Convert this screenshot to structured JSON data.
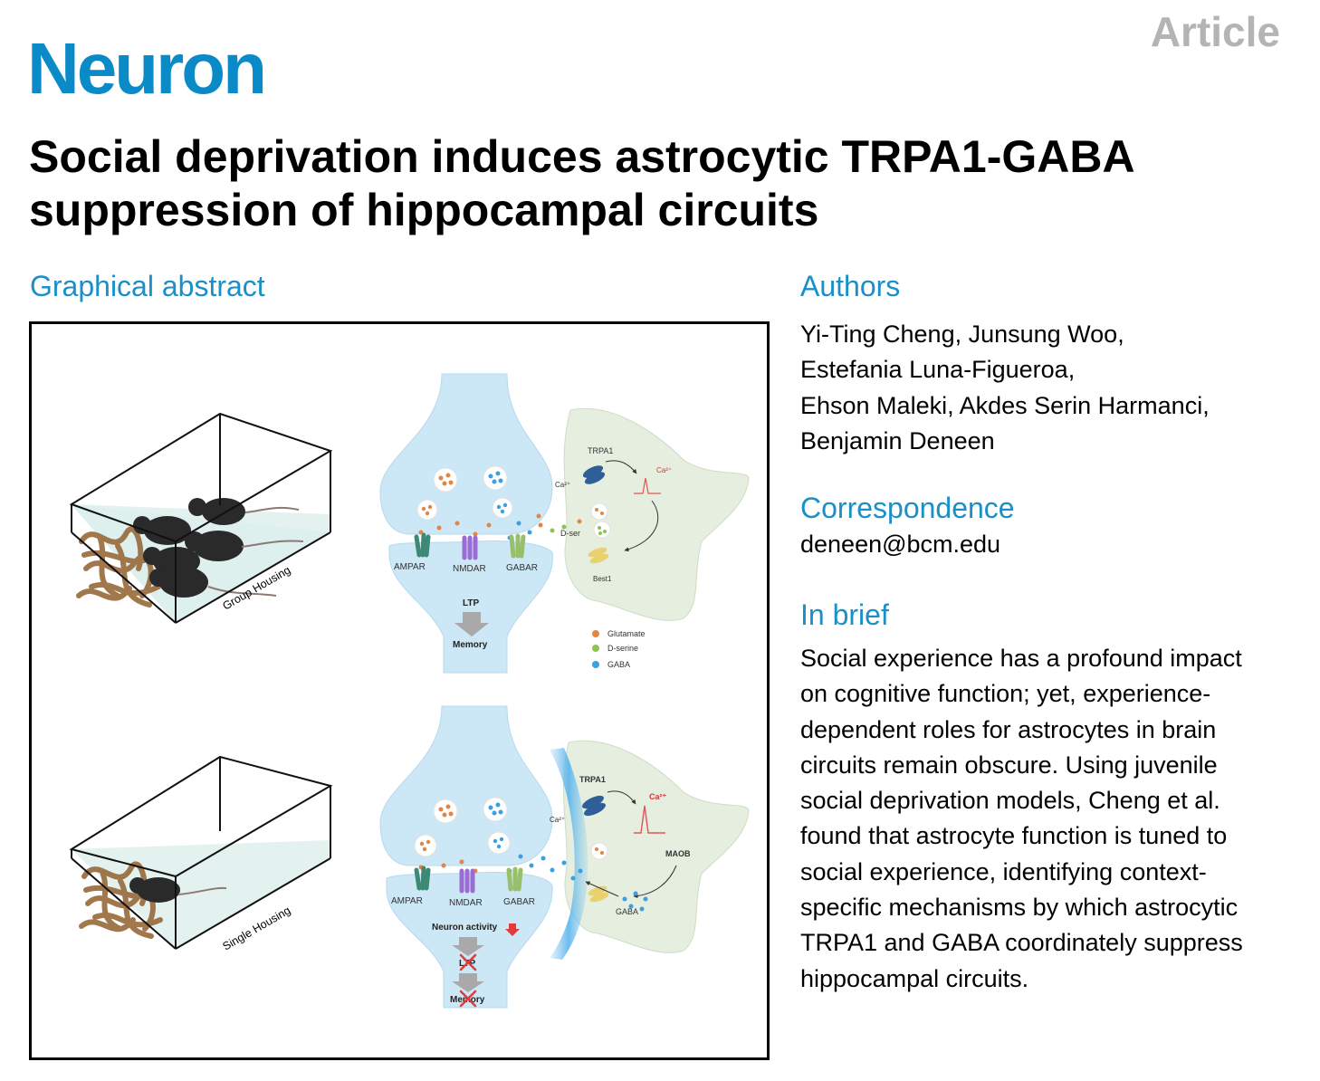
{
  "header": {
    "journal": "Neuron",
    "article_type": "Article"
  },
  "title": {
    "line1": "Social deprivation induces astrocytic TRPA1-GABA",
    "line2": "suppression of hippocampal circuits"
  },
  "sections": {
    "graphical_abstract": "Graphical abstract",
    "authors": "Authors",
    "correspondence": "Correspondence",
    "in_brief": "In brief"
  },
  "authors_lines": [
    "Yi-Ting Cheng, Junsung Woo,",
    "Estefania Luna-Figueroa,",
    "Ehson Maleki, Akdes Serin Harmanci,",
    "Benjamin Deneen"
  ],
  "correspondence": "deneen@bcm.edu",
  "in_brief_lines": [
    "Social experience has a profound impact",
    "on cognitive function; yet, experience-",
    "dependent roles for astrocytes in brain",
    "circuits remain obscure. Using juvenile",
    "social deprivation models, Cheng et al.",
    "found that astrocyte function is tuned to",
    "social experience, identifying context-",
    "specific mechanisms by which astrocytic",
    "TRPA1 and GABA coordinately suppress",
    "hippocampal circuits."
  ],
  "graphical_abstract": {
    "top": {
      "housing": "Group Housing",
      "receptors": [
        "AMPAR",
        "NMDAR",
        "GABAR"
      ],
      "ltp": "LTP",
      "memory": "Memory",
      "trpa1": "TRPA1",
      "ca_in": "Ca²⁺",
      "ca_signal": "Ca²⁺",
      "dser": "D-ser",
      "best1": "Best1",
      "legend": [
        "Glutamate",
        "D-serine",
        "GABA"
      ]
    },
    "bottom": {
      "housing": "Single Housing",
      "receptors": [
        "AMPAR",
        "NMDAR",
        "GABAR"
      ],
      "neuron_activity": "Neuron activity",
      "ltp": "LTP",
      "memory": "Memory",
      "trpa1": "TRPA1",
      "ca_in": "Ca²⁺",
      "ca_signal": "Ca²⁺",
      "maob": "MAOB",
      "gaba": "GABA"
    }
  },
  "colors": {
    "journal_blue": "#0a8ac7",
    "section_blue": "#1a8fc8",
    "article_gray": "#b4b4b4",
    "neuron_fill": "#cce7f5",
    "astro_fill": "#e6eee0",
    "glutamate": "#e38545",
    "dserine": "#8dc450",
    "gaba": "#3b9fe0",
    "nest": "#9c7043",
    "mouse": "#2a2a2a"
  }
}
